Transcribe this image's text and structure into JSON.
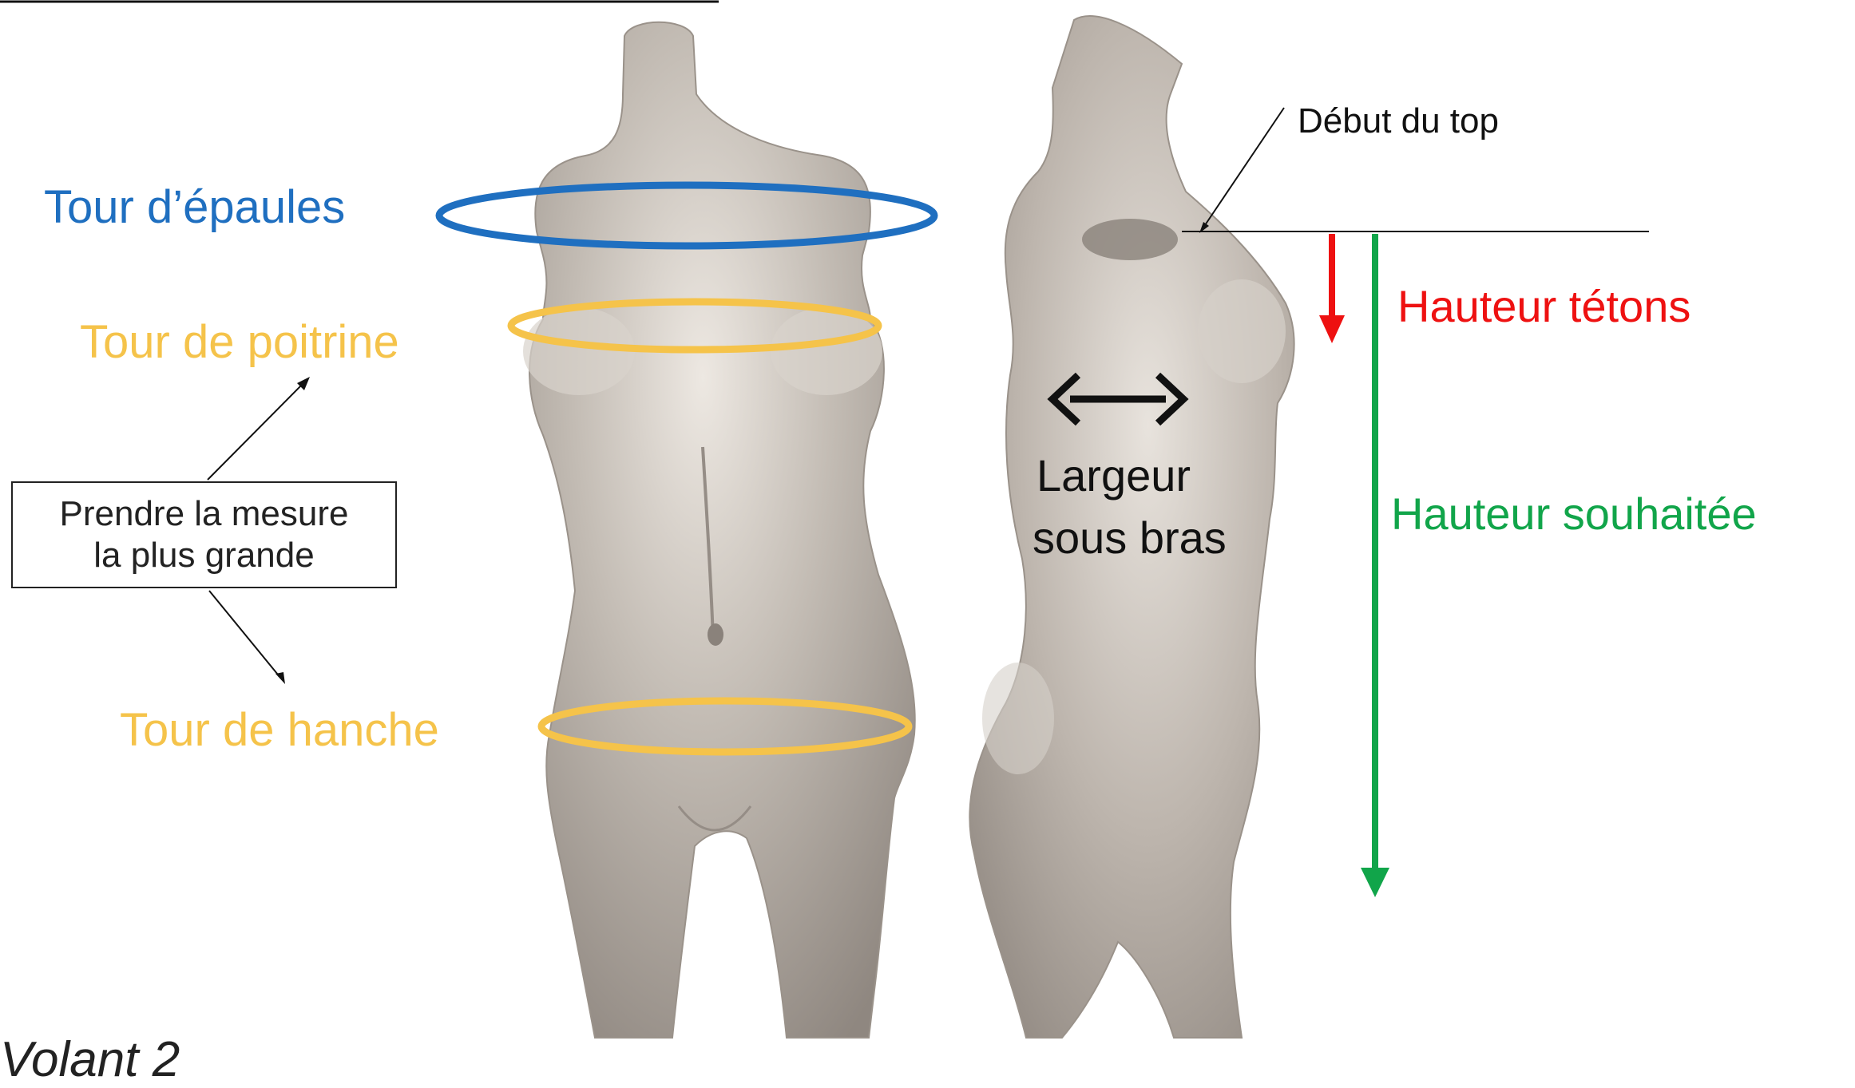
{
  "labels": {
    "tour_epaules": "Tour d’épaules",
    "tour_poitrine": "Tour de poitrine",
    "tour_hanche": "Tour de hanche",
    "tip_line1": "Prendre la mesure",
    "tip_line2": "la plus grande",
    "debut_top": "Début du top",
    "hauteur_tetons": "Hauteur tétons",
    "hauteur_souhaitee": "Hauteur souhaitée",
    "largeur_line1": "Largeur",
    "largeur_line2": "sous bras",
    "bottom_text": "Volant 2"
  },
  "colors": {
    "blue": "#1f6fc0",
    "yellow": "#f5c34a",
    "red": "#ee1111",
    "green": "#11a54a",
    "black": "#111111",
    "mannequin": "#b5ada5"
  }
}
